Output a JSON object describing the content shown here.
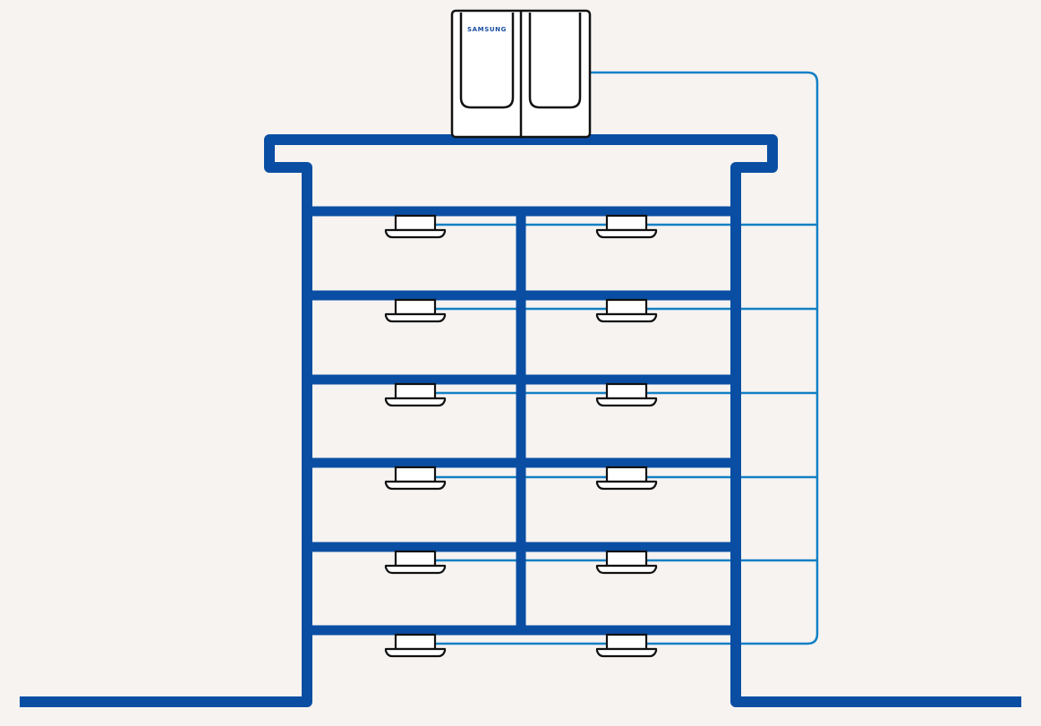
{
  "diagram": {
    "outdoor_unit": {
      "brand": "SAMSUNG"
    },
    "colors": {
      "background": "#f6f3f1",
      "building": "#0a4ea3",
      "pipe": "#1380c4",
      "unit_fill": "#ffffff",
      "unit_outline": "#111111",
      "brand": "#1a4fa0"
    },
    "floors": 6,
    "indoor_units_per_floor": 2
  }
}
